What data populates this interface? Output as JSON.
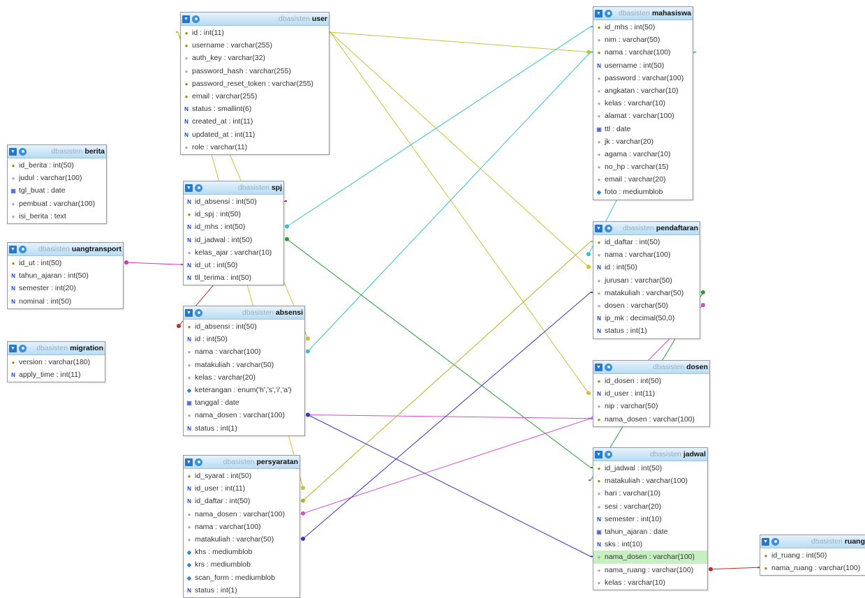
{
  "db": "dbasisten",
  "tables": [
    {
      "key": "user",
      "name": "user",
      "columns": [
        {
          "text": "id : int(11)",
          "icon": "key-icon"
        },
        {
          "text": "username : varchar(255)",
          "icon": "key-icon"
        },
        {
          "text": "auth_key : varchar(32)",
          "icon": "text-icon"
        },
        {
          "text": "password_hash : varchar(255)",
          "icon": "text-icon"
        },
        {
          "text": "password_reset_token : varchar(255)",
          "icon": "key-icon"
        },
        {
          "text": "email : varchar(255)",
          "icon": "key-icon"
        },
        {
          "text": "status : smallint(6)",
          "icon": "number-icon"
        },
        {
          "text": "created_at : int(11)",
          "icon": "number-icon"
        },
        {
          "text": "updated_at : int(11)",
          "icon": "number-icon"
        },
        {
          "text": "role : varchar(11)",
          "icon": "text-icon"
        }
      ]
    },
    {
      "key": "berita",
      "name": "berita",
      "columns": [
        {
          "text": "id_berita : int(50)",
          "icon": "key-icon"
        },
        {
          "text": "judul : varchar(100)",
          "icon": "text-icon"
        },
        {
          "text": "tgl_buat : date",
          "icon": "date-icon"
        },
        {
          "text": "pembuat : varchar(100)",
          "icon": "text-icon"
        },
        {
          "text": "isi_berita : text",
          "icon": "text-icon"
        }
      ]
    },
    {
      "key": "uangtransport",
      "name": "uangtransport",
      "columns": [
        {
          "text": "id_ut : int(50)",
          "icon": "key-icon"
        },
        {
          "text": "tahun_ajaran : int(50)",
          "icon": "number-icon"
        },
        {
          "text": "semester : int(20)",
          "icon": "number-icon"
        },
        {
          "text": "nominal : int(50)",
          "icon": "number-icon"
        }
      ]
    },
    {
      "key": "migration",
      "name": "migration",
      "columns": [
        {
          "text": "version : varchar(180)",
          "icon": "key-icon"
        },
        {
          "text": "apply_time : int(11)",
          "icon": "number-icon"
        }
      ]
    },
    {
      "key": "spj",
      "name": "spj",
      "columns": [
        {
          "text": "id_absensi : int(50)",
          "icon": "number-icon"
        },
        {
          "text": "id_spj : int(50)",
          "icon": "key-icon"
        },
        {
          "text": "id_mhs : int(50)",
          "icon": "number-icon"
        },
        {
          "text": "id_jadwal : int(50)",
          "icon": "number-icon"
        },
        {
          "text": "kelas_ajar : varchar(10)",
          "icon": "text-icon"
        },
        {
          "text": "id_ut : int(50)",
          "icon": "number-icon"
        },
        {
          "text": "tll_terima : int(50)",
          "icon": "number-icon"
        }
      ]
    },
    {
      "key": "absensi",
      "name": "absensi",
      "columns": [
        {
          "text": "id_absensi : int(50)",
          "icon": "key-icon"
        },
        {
          "text": "id : int(50)",
          "icon": "number-icon"
        },
        {
          "text": "nama : varchar(100)",
          "icon": "text-icon"
        },
        {
          "text": "matakuliah : varchar(50)",
          "icon": "text-icon"
        },
        {
          "text": "kelas : varchar(20)",
          "icon": "text-icon"
        },
        {
          "text": "keterangan : enum('h','s','i','a')",
          "icon": "enum-icon"
        },
        {
          "text": "tanggal : date",
          "icon": "date-icon"
        },
        {
          "text": "nama_dosen : varchar(100)",
          "icon": "text-icon"
        },
        {
          "text": "status : int(1)",
          "icon": "number-icon"
        }
      ]
    },
    {
      "key": "persyaratan",
      "name": "persyaratan",
      "columns": [
        {
          "text": "id_syarat : int(50)",
          "icon": "key-icon"
        },
        {
          "text": "id_user : int(11)",
          "icon": "number-icon"
        },
        {
          "text": "id_daftar : int(50)",
          "icon": "number-icon"
        },
        {
          "text": "nama_dosen : varchar(100)",
          "icon": "text-icon"
        },
        {
          "text": "nama : varchar(100)",
          "icon": "text-icon"
        },
        {
          "text": "matakuliah : varchar(50)",
          "icon": "text-icon"
        },
        {
          "text": "khs : mediumblob",
          "icon": "blob-icon"
        },
        {
          "text": "krs : mediumblob",
          "icon": "blob-icon"
        },
        {
          "text": "scan_form : mediumblob",
          "icon": "blob-icon"
        },
        {
          "text": "status : int(1)",
          "icon": "number-icon"
        }
      ]
    },
    {
      "key": "mahasiswa",
      "name": "mahasiswa",
      "columns": [
        {
          "text": "id_mhs : int(50)",
          "icon": "key-icon"
        },
        {
          "text": "nim : varchar(50)",
          "icon": "text-icon"
        },
        {
          "text": "nama : varchar(100)",
          "icon": "key-icon"
        },
        {
          "text": "username : int(50)",
          "icon": "number-icon"
        },
        {
          "text": "password : varchar(100)",
          "icon": "text-icon"
        },
        {
          "text": "angkatan : varchar(10)",
          "icon": "text-icon"
        },
        {
          "text": "kelas : varchar(10)",
          "icon": "text-icon"
        },
        {
          "text": "alamat : varchar(100)",
          "icon": "text-icon"
        },
        {
          "text": "ttl : date",
          "icon": "date-icon"
        },
        {
          "text": "jk : varchar(20)",
          "icon": "text-icon"
        },
        {
          "text": "agama : varchar(10)",
          "icon": "text-icon"
        },
        {
          "text": "no_hp : varchar(15)",
          "icon": "text-icon"
        },
        {
          "text": "email : varchar(20)",
          "icon": "text-icon"
        },
        {
          "text": "foto : mediumblob",
          "icon": "blob-icon"
        }
      ]
    },
    {
      "key": "pendaftaran",
      "name": "pendaftaran",
      "columns": [
        {
          "text": "id_daftar : int(50)",
          "icon": "key-icon"
        },
        {
          "text": "nama : varchar(100)",
          "icon": "text-icon"
        },
        {
          "text": "id : int(50)",
          "icon": "number-icon"
        },
        {
          "text": "jurusan : varchar(50)",
          "icon": "text-icon"
        },
        {
          "text": "matakuliah : varchar(50)",
          "icon": "text-icon"
        },
        {
          "text": "dosen : varchar(50)",
          "icon": "text-icon"
        },
        {
          "text": "ip_mk : decimal(50,0)",
          "icon": "number-icon"
        },
        {
          "text": "status : int(1)",
          "icon": "number-icon"
        }
      ]
    },
    {
      "key": "dosen",
      "name": "dosen",
      "columns": [
        {
          "text": "id_dosen : int(50)",
          "icon": "key-icon"
        },
        {
          "text": "id_user : int(11)",
          "icon": "number-icon"
        },
        {
          "text": "nip : varchar(50)",
          "icon": "text-icon"
        },
        {
          "text": "nama_dosen : varchar(100)",
          "icon": "key-icon"
        }
      ]
    },
    {
      "key": "jadwal",
      "name": "jadwal",
      "columns": [
        {
          "text": "id_jadwal : int(50)",
          "icon": "key-icon"
        },
        {
          "text": "matakuliah : varchar(100)",
          "icon": "key-icon"
        },
        {
          "text": "hari : varchar(10)",
          "icon": "text-icon"
        },
        {
          "text": "sesi : varchar(20)",
          "icon": "text-icon"
        },
        {
          "text": "semester : int(10)",
          "icon": "number-icon"
        },
        {
          "text": "tahun_ajaran : date",
          "icon": "date-icon"
        },
        {
          "text": "sks : int(10)",
          "icon": "number-icon"
        },
        {
          "text": "nama_dosen : varchar(100)",
          "icon": "text-icon",
          "highlight": true
        },
        {
          "text": "nama_ruang : varchar(100)",
          "icon": "text-icon"
        },
        {
          "text": "kelas : varchar(10)",
          "icon": "text-icon"
        }
      ]
    },
    {
      "key": "ruang",
      "name": "ruang",
      "columns": [
        {
          "text": "id_ruang : int(50)",
          "icon": "key-icon"
        },
        {
          "text": "nama_ruang : varchar(100)",
          "icon": "key-icon"
        }
      ]
    }
  ],
  "relations": [
    {
      "from": "absensi.id",
      "to": "user.id",
      "color": "#c9c23a"
    },
    {
      "from": "persyaratan.id_user",
      "to": "user.id",
      "color": "#c9c23a"
    },
    {
      "from": "mahasiswa.nama",
      "to": "user.id",
      "color": "#c9c23a"
    },
    {
      "from": "pendaftaran.id",
      "to": "user.id",
      "color": "#c9c23a"
    },
    {
      "from": "dosen.id_user",
      "to": "user.id",
      "color": "#c9c23a"
    },
    {
      "from": "spj.id_mhs",
      "to": "mahasiswa.id_mhs",
      "color": "#35c3d3"
    },
    {
      "from": "absensi.nama",
      "to": "mahasiswa.nama",
      "color": "#35c3d3"
    },
    {
      "from": "pendaftaran.nama",
      "to": "mahasiswa.nama",
      "color": "#35c3d3"
    },
    {
      "from": "spj.id_jadwal",
      "to": "jadwal.id_jadwal",
      "color": "#2a9a3a"
    },
    {
      "from": "pendaftaran.matakuliah",
      "to": "jadwal.matakuliah",
      "color": "#2a9a3a"
    },
    {
      "from": "uangtransport.id_ut",
      "to": "spj.id_ut",
      "color": "#c23bb3"
    },
    {
      "from": "absensi.nama_dosen",
      "to": "dosen.nama_dosen",
      "color": "#d64ad0"
    },
    {
      "from": "persyaratan.nama_dosen",
      "to": "dosen.nama_dosen",
      "color": "#d64ad0"
    },
    {
      "from": "pendaftaran.dosen",
      "to": "dosen.nama_dosen",
      "color": "#d64ad0"
    },
    {
      "from": "persyaratan.id_daftar",
      "to": "pendaftaran.id_daftar",
      "color": "#b9b229"
    },
    {
      "from": "absensi.nama_dosen",
      "to": "jadwal.nama_dosen",
      "color": "#3a35c8"
    },
    {
      "from": "persyaratan.matakuliah",
      "to": "pendaftaran.matakuliah",
      "color": "#3a35c8"
    },
    {
      "from": "absensi.id_absensi",
      "to": "spj.id_absensi",
      "color": "#a33a2a"
    },
    {
      "from": "jadwal.nama_ruang",
      "to": "ruang.nama_ruang",
      "color": "#c02a2a"
    }
  ]
}
